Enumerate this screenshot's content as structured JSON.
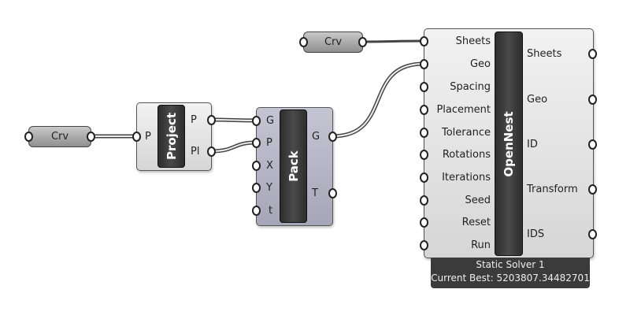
{
  "components": {
    "crv_left": {
      "label": "Crv"
    },
    "crv_top": {
      "label": "Crv"
    },
    "project": {
      "name": "Project",
      "inputs": [
        "P"
      ],
      "outputs": [
        "P",
        "Pl"
      ]
    },
    "pack": {
      "name": "Pack",
      "inputs": [
        "G",
        "P",
        "X",
        "Y",
        "t"
      ],
      "outputs": [
        "G",
        "T"
      ]
    },
    "opennest": {
      "name": "OpenNest",
      "inputs": [
        "Sheets",
        "Geo",
        "Spacing",
        "Placement",
        "Tolerance",
        "Rotations",
        "Iterations",
        "Seed",
        "Reset",
        "Run"
      ],
      "outputs": [
        "Sheets",
        "Geo",
        "ID",
        "Transform",
        "IDS"
      ],
      "status": "Static Solver 1",
      "current_best": "Current Best: 5203807.34482701"
    }
  },
  "colors": {
    "wire": "#555555",
    "component": "#d9d9d9",
    "pack": "#aeaebf",
    "bar": "#333333"
  }
}
